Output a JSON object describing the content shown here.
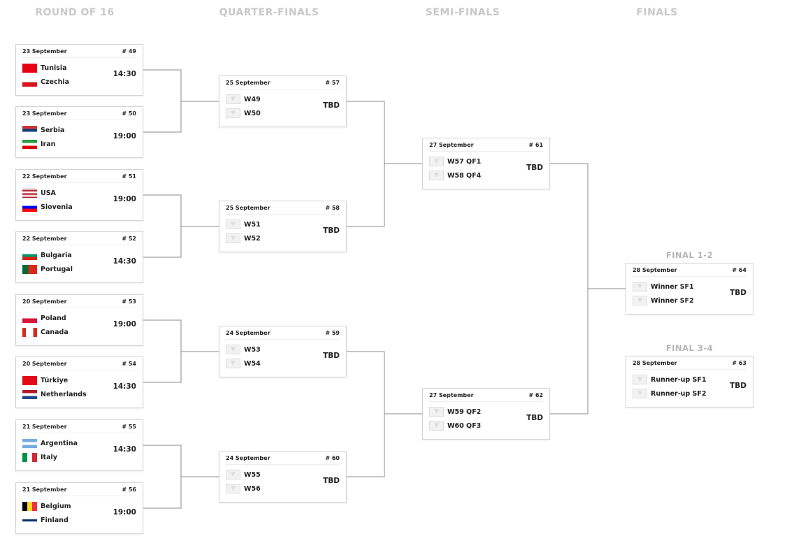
{
  "rounds": [
    "ROUND OF 16",
    "QUARTER-FINALS",
    "SEMI-FINALS",
    "FINALS"
  ],
  "final_labels": [
    "FINAL 1-2",
    "FINAL 3-4"
  ],
  "matches": [
    {
      "date": "23 September",
      "num": "# 49",
      "teams": [
        "Tunisia",
        "Czechia"
      ],
      "flags": [
        "tunisia",
        "czechia"
      ],
      "time": "14:30"
    },
    {
      "date": "23 September",
      "num": "# 50",
      "teams": [
        "Serbia",
        "Iran"
      ],
      "flags": [
        "serbia",
        "iran"
      ],
      "time": "19:00"
    },
    {
      "date": "22 September",
      "num": "# 51",
      "teams": [
        "USA",
        "Slovenia"
      ],
      "flags": [
        "usa",
        "slovenia"
      ],
      "time": "19:00"
    },
    {
      "date": "22 September",
      "num": "# 52",
      "teams": [
        "Bulgaria",
        "Portugal"
      ],
      "flags": [
        "bulgaria",
        "portugal"
      ],
      "time": "14:30"
    },
    {
      "date": "20 September",
      "num": "# 53",
      "teams": [
        "Poland",
        "Canada"
      ],
      "flags": [
        "poland",
        "canada"
      ],
      "time": "19:00"
    },
    {
      "date": "20 September",
      "num": "# 54",
      "teams": [
        "Türkiye",
        "Netherlands"
      ],
      "flags": [
        "turkiye",
        "netherlands"
      ],
      "time": "14:30"
    },
    {
      "date": "21 September",
      "num": "# 55",
      "teams": [
        "Argentina",
        "Italy"
      ],
      "flags": [
        "argentina",
        "italy"
      ],
      "time": "14:30"
    },
    {
      "date": "21 September",
      "num": "# 56",
      "teams": [
        "Belgium",
        "Finland"
      ],
      "flags": [
        "belgium",
        "finland"
      ],
      "time": "19:00"
    },
    {
      "date": "25 September",
      "num": "# 57",
      "teams": [
        "W49",
        "W50"
      ],
      "time": "TBD"
    },
    {
      "date": "25 September",
      "num": "# 58",
      "teams": [
        "W51",
        "W52"
      ],
      "time": "TBD"
    },
    {
      "date": "24 September",
      "num": "# 59",
      "teams": [
        "W53",
        "W54"
      ],
      "time": "TBD"
    },
    {
      "date": "24 September",
      "num": "# 60",
      "teams": [
        "W55",
        "W56"
      ],
      "time": "TBD"
    },
    {
      "date": "27 September",
      "num": "# 61",
      "teams": [
        "W57 QF1",
        "W58 QF4"
      ],
      "time": "TBD"
    },
    {
      "date": "27 September",
      "num": "# 62",
      "teams": [
        "W59 QF2",
        "W60 QF3"
      ],
      "time": "TBD"
    },
    {
      "date": "28 September",
      "num": "# 64",
      "teams": [
        "Winner SF1",
        "Winner SF2"
      ],
      "time": "TBD"
    },
    {
      "date": "28 September",
      "num": "# 63",
      "teams": [
        "Runner-up SF1",
        "Runner-up SF2"
      ],
      "time": "TBD"
    }
  ]
}
